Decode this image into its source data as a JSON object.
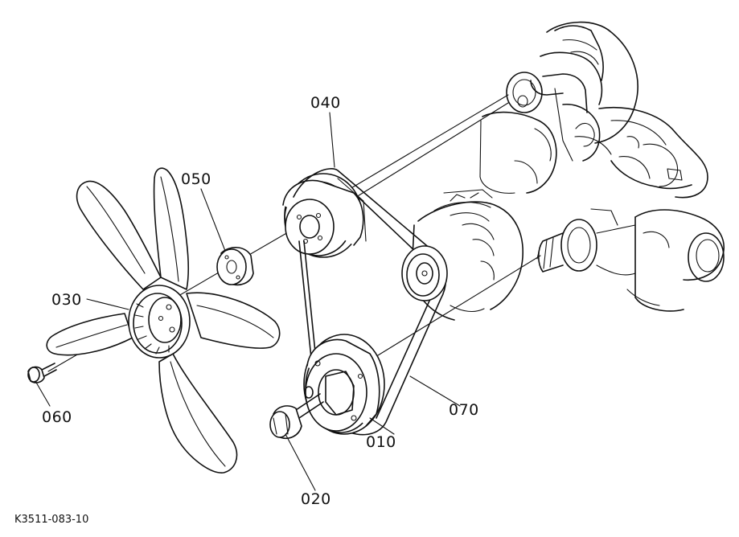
{
  "diagram": {
    "code": "K3511-083-10",
    "parts": [
      {
        "id": "p010",
        "label": "010"
      },
      {
        "id": "p020",
        "label": "020"
      },
      {
        "id": "p030",
        "label": "030"
      },
      {
        "id": "p040",
        "label": "040"
      },
      {
        "id": "p050",
        "label": "050"
      },
      {
        "id": "p060",
        "label": "060"
      },
      {
        "id": "p070",
        "label": "070"
      }
    ]
  }
}
